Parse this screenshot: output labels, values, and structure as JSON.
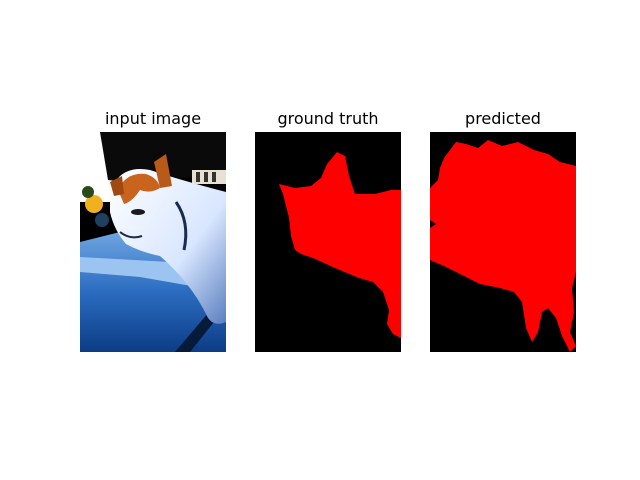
{
  "panels": [
    {
      "title": "input image"
    },
    {
      "title": "ground truth"
    },
    {
      "title": "predicted"
    }
  ],
  "colors": {
    "background": "#ffffff",
    "mask_background": "#000000",
    "mask_foreground": "#ff0000",
    "photo_ground": "#1e5fa8",
    "photo_fur_white": "#f4f8ff",
    "photo_fur_orange": "#c8641e"
  }
}
